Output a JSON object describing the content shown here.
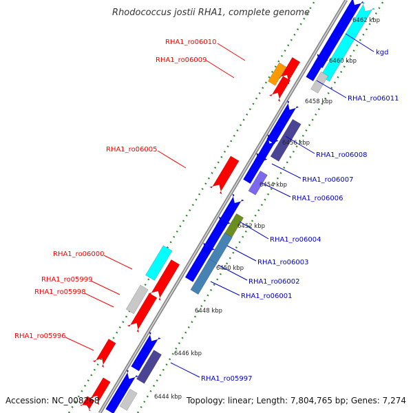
{
  "title": "Rhodococcus jostii RHA1, complete genome",
  "footer": {
    "accession": "Accession: NC_008268",
    "summary": "Topology: linear; Length: 7,804,765 bp; Genes: 7,274"
  },
  "scale_ticks": [
    "6462 kbp",
    "6460 kbp",
    "6458 kbp",
    "6456 kbp",
    "6454 kbp",
    "6452 kbp",
    "6450 kbp",
    "6448 kbp",
    "6446 kbp",
    "6444 kbp"
  ],
  "genes_left": [
    {
      "label": "RHA1_ro06010",
      "color": "#ff0000"
    },
    {
      "label": "RHA1_ro06009",
      "color": "#ff0000"
    },
    {
      "label": "RHA1_ro06005",
      "color": "#ff0000"
    },
    {
      "label": "RHA1_ro06000",
      "color": "#ff0000"
    },
    {
      "label": "RHA1_ro05999",
      "color": "#ff0000"
    },
    {
      "label": "RHA1_ro05998",
      "color": "#ff0000"
    },
    {
      "label": "RHA1_ro05996",
      "color": "#ff0000"
    }
  ],
  "genes_right": [
    {
      "label": "kgd",
      "color": "#0000cc"
    },
    {
      "label": "RHA1_ro06011",
      "color": "#0000cc"
    },
    {
      "label": "RHA1_ro06008",
      "color": "#0000cc"
    },
    {
      "label": "RHA1_ro06007",
      "color": "#0000cc"
    },
    {
      "label": "RHA1_ro06006",
      "color": "#0000cc"
    },
    {
      "label": "RHA1_ro06004",
      "color": "#0000cc"
    },
    {
      "label": "RHA1_ro06003",
      "color": "#0000cc"
    },
    {
      "label": "RHA1_ro06002",
      "color": "#0000cc"
    },
    {
      "label": "RHA1_ro06001",
      "color": "#0000cc"
    },
    {
      "label": "RHA1_ro05997",
      "color": "#0000cc"
    }
  ],
  "colors": {
    "backbone": "#8c8c8c",
    "tick_track": "#2d8a2d",
    "forward_gene": "#ff0000",
    "reverse_gene": "#0000ff",
    "cyan_gene": "#00ffff",
    "purple_gene": "#4b4394",
    "lavender_gene": "#7b68ee",
    "olive_gene": "#6b8e23",
    "steel_gene": "#4682b4",
    "orange_gene": "#ff9900",
    "grey_gene": "#c8c8c8"
  }
}
